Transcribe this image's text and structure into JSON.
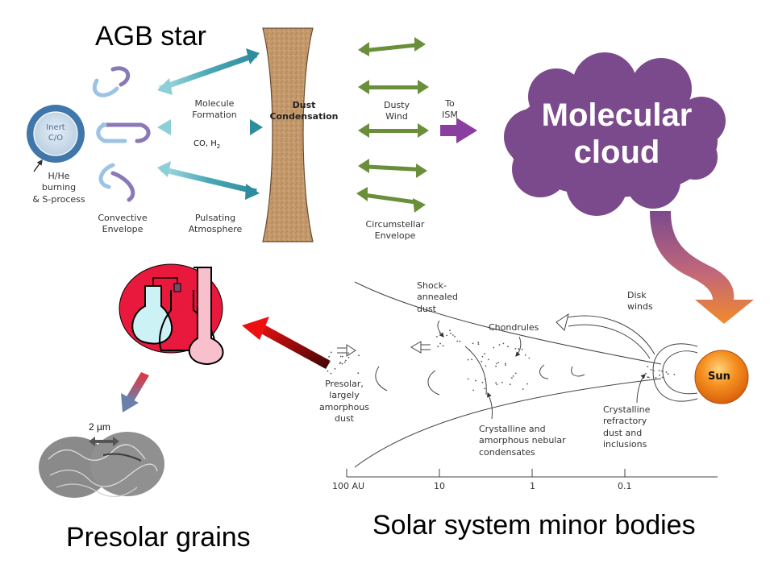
{
  "titles": {
    "agb_star": "AGB star",
    "molecular_cloud_line1": "Molecular",
    "molecular_cloud_line2": "cloud",
    "presolar_grains": "Presolar grains",
    "solar_system_minor_bodies": "Solar system minor bodies"
  },
  "agb_panel": {
    "core_line1": "Inert",
    "core_line2": "C/O",
    "shell_label_line1": "H/He",
    "shell_label_line2": "burning",
    "shell_label_line3": "& S-process",
    "convective_line1": "Convective",
    "convective_line2": "Envelope",
    "molecule_line1": "Molecule",
    "molecule_line2": "Formation",
    "molecule_species": "CO, H",
    "molecule_species_sub": "2",
    "pulsating_line1": "Pulsating",
    "pulsating_line2": "Atmosphere",
    "dust_line1": "Dust",
    "dust_line2": "Condensation",
    "dusty_line1": "Dusty",
    "dusty_line2": "Wind",
    "circ_line1": "Circumstellar",
    "circ_line2": "Envelope",
    "ism_line1": "To",
    "ism_line2": "ISM"
  },
  "disk_panel": {
    "shock_line1": "Shock-",
    "shock_line2": "annealed",
    "shock_line3": "dust",
    "chondrules": "Chondrules",
    "disk_winds_line1": "Disk",
    "disk_winds_line2": "winds",
    "presolar_line1": "Presolar,",
    "presolar_line2": "largely",
    "presolar_line3": "amorphous",
    "presolar_line4": "dust",
    "cryst_amorph_line1": "Crystalline and",
    "cryst_amorph_line2": "amorphous nebular",
    "cryst_amorph_line3": "condensates",
    "cryst_refr_line1": "Crystalline",
    "cryst_refr_line2": "refractory",
    "cryst_refr_line3": "dust and",
    "cryst_refr_line4": "inclusions",
    "sun": "Sun",
    "axis_ticks": [
      "100 AU",
      "10",
      "1",
      "0.1"
    ]
  },
  "grains_panel": {
    "scale_label": "2 µm"
  },
  "colors": {
    "cloud": "#7b4a8c",
    "agb_teal": "#3a9aaa",
    "dusty_green": "#6a8f3a",
    "ism_purple": "#8a3fa0",
    "lab_red": "#e8193c",
    "sun_orange": "#f07a12",
    "dust_tan": "#c49a6c"
  }
}
